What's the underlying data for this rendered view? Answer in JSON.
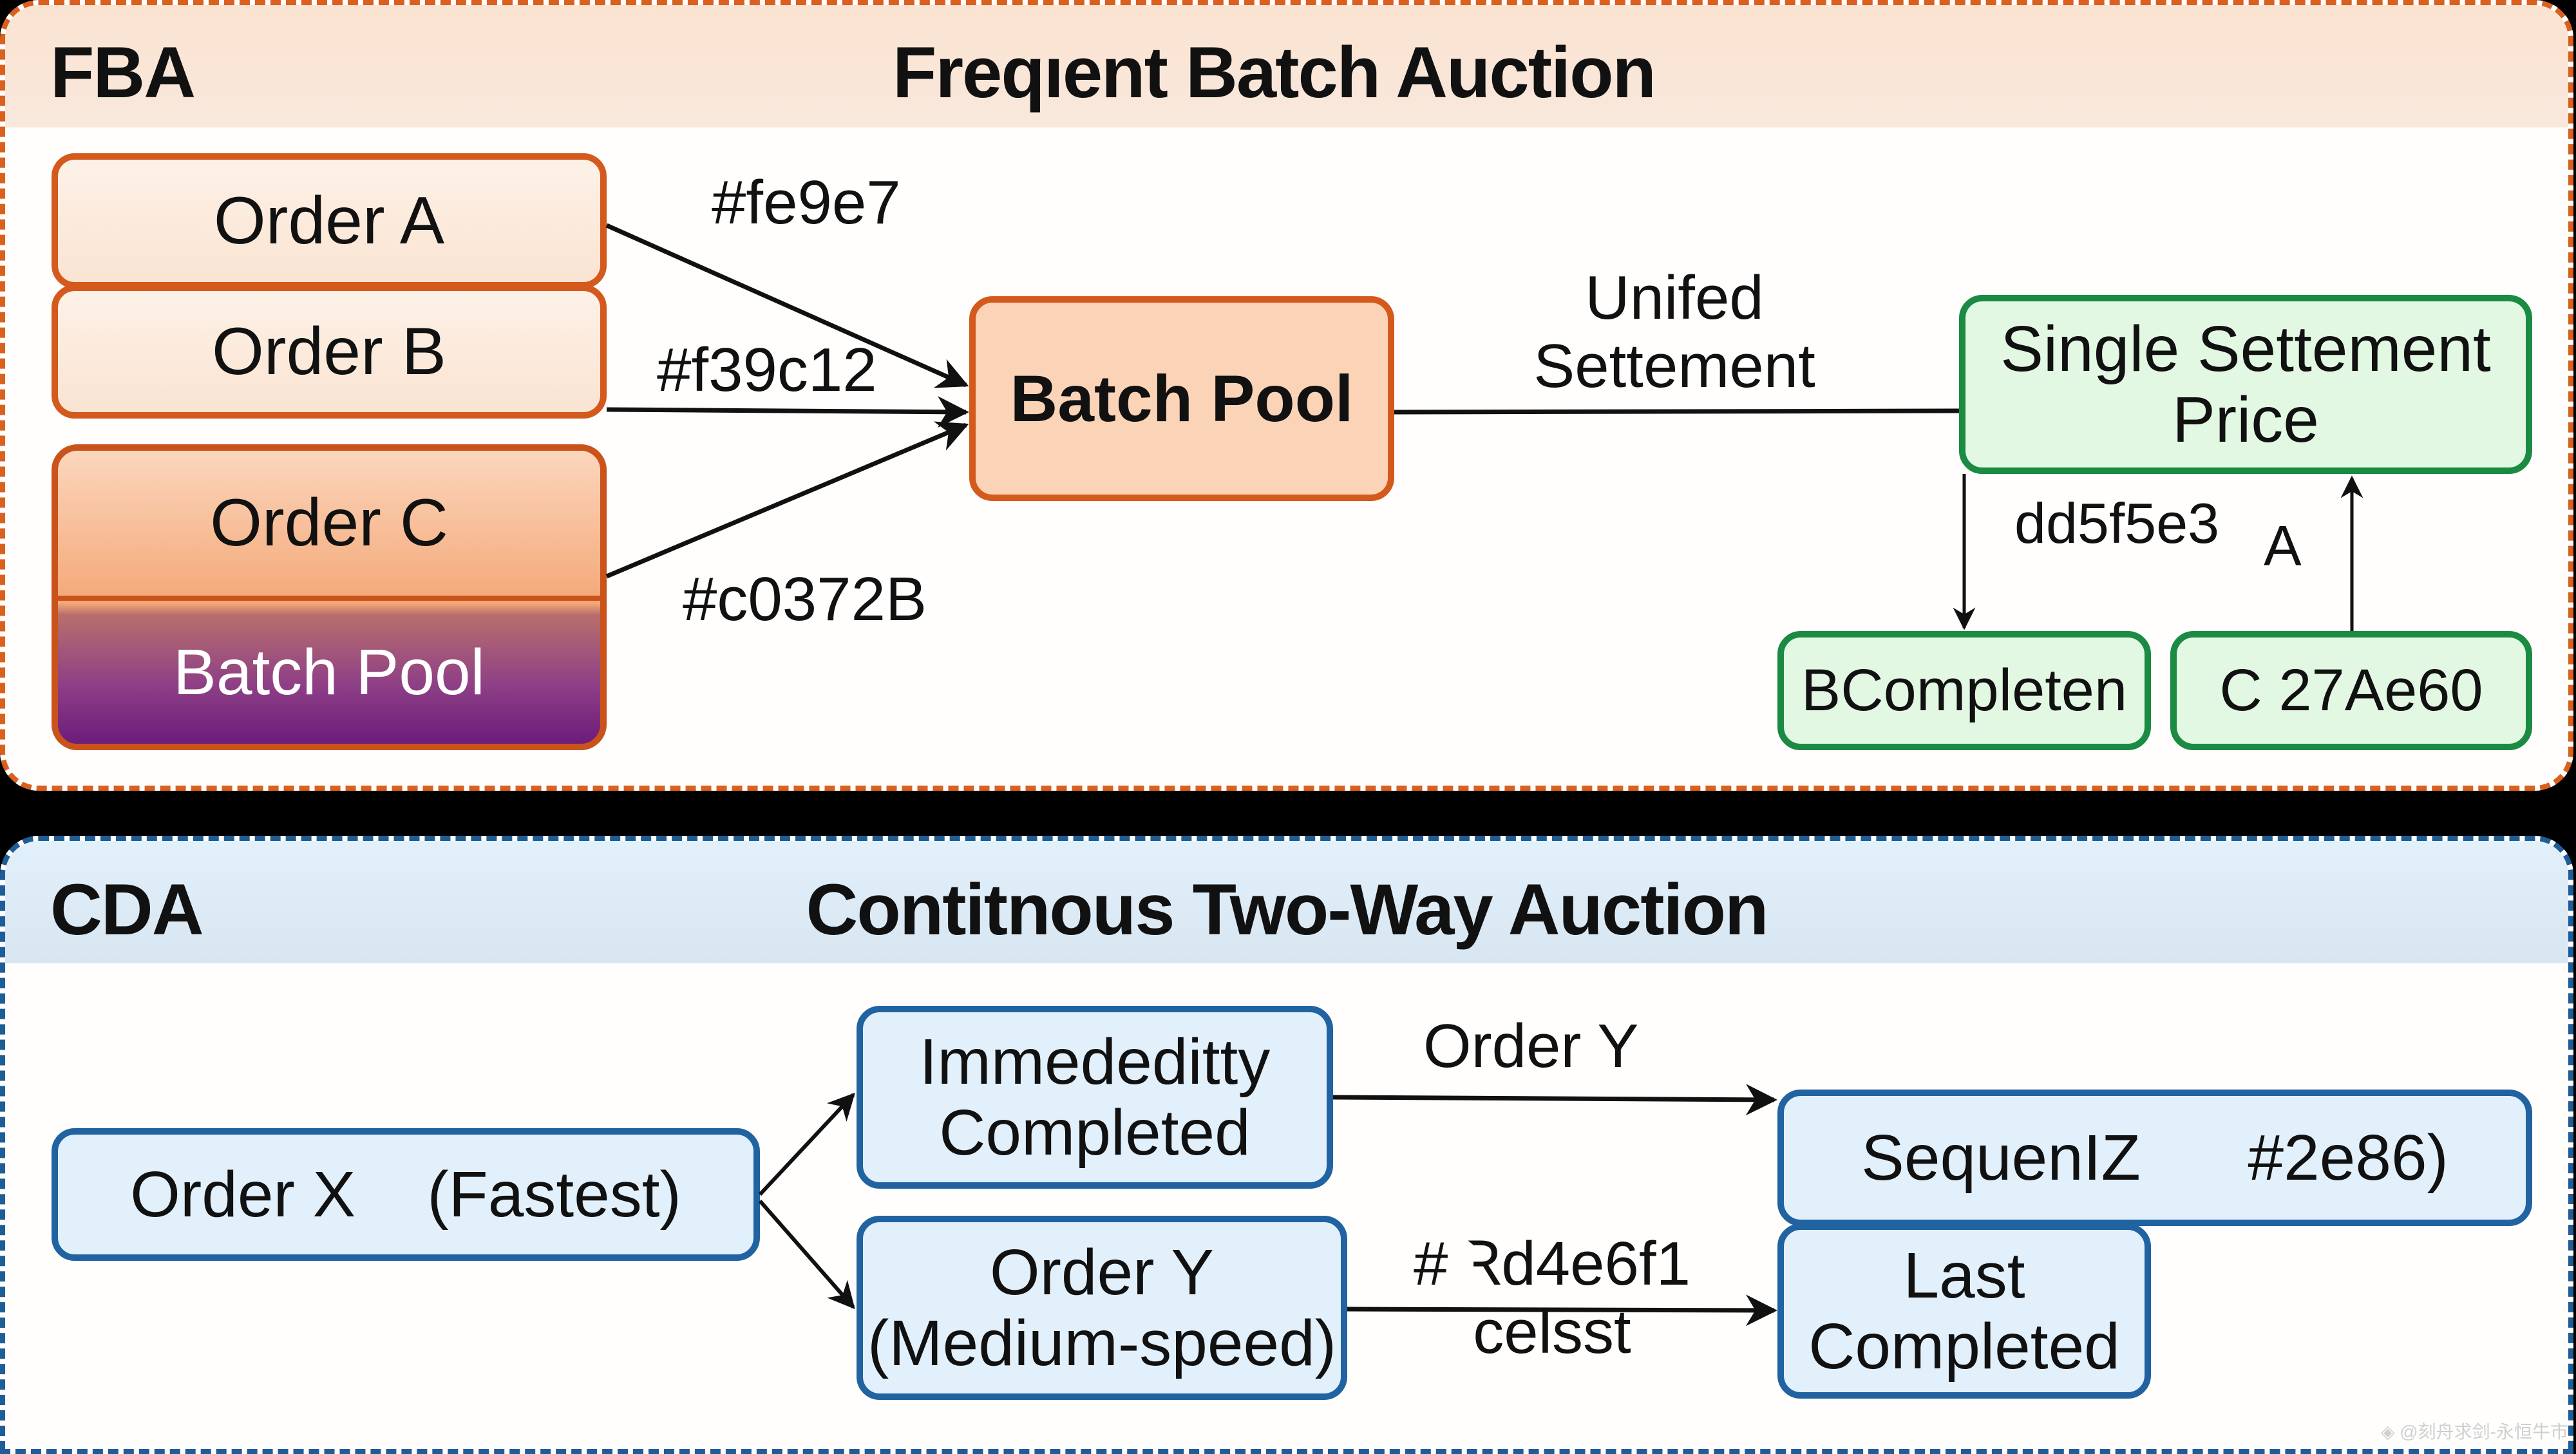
{
  "fba": {
    "abbr": "FBA",
    "title": "Freqıent Batch Auction",
    "orders": {
      "a": "Order A",
      "b": "Order B",
      "c": "Order C",
      "pool_small": "Batch Pool"
    },
    "batch_pool": "Batch Pool",
    "edge_labels": {
      "a": "#fe9e7",
      "b": "#f39c12",
      "c": "#c0372B",
      "unified_line1": "Unifed",
      "unified_line2": "Settement",
      "down": "dd5f5e3",
      "up": "A"
    },
    "settlement": {
      "line1": "Single Settement",
      "line2": "Price"
    },
    "results": {
      "b": "BCompleten",
      "c": "C 27Ae60"
    }
  },
  "cda": {
    "abbr": "CDA",
    "title": "Contitnous Two-Way Auction",
    "order_x": "Order X    (Fastest)",
    "immediate": {
      "line1": "Immededitty",
      "line2": "Completed"
    },
    "order_y": {
      "line1": "Order Y",
      "line2": "(Medium-speed)"
    },
    "edge_labels": {
      "top": "Order Y",
      "bottom_line1": "# Ꝛd4e6f1",
      "bottom_line2": "celsst"
    },
    "sequence": "SequenIZ      #2e86)",
    "last": {
      "line1": "Last",
      "line2": "Completed"
    }
  },
  "colors": {
    "fba_accent": "#d35a1c",
    "fba_header": "#fbe6d6",
    "pool_gradient_top": "#f4a26b",
    "pool_gradient_bottom": "#6a1b7a",
    "settle_green": "#1b8a43",
    "settle_fill": "#e2f8e3",
    "cda_accent": "#2063a0",
    "cda_fill": "#e2f0fb"
  },
  "watermark": "◈ @刻舟求剑-永恒牛市"
}
